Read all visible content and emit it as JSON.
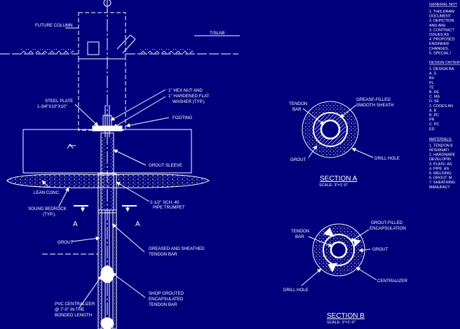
{
  "elevation": {
    "future_column": "FUTURE COLUMN",
    "t_slab": "T/SLAB",
    "steel_plate_1": "STEEL PLATE",
    "steel_plate_2": "1-3/4\"X10\"X10\"",
    "hex_nut_1": "1\" HEX NUT AND",
    "hex_nut_2": "1\" HARDENED FLAT",
    "hex_nut_3": "WASHER (TYP.)",
    "footing": "FOOTING",
    "grout_sleeve": "GROUT SLEEVE",
    "lean_conc": "LEAN CONC.",
    "sound_bedrock_1": "SOUND BEDROCK",
    "sound_bedrock_2": "(TYP.).",
    "pipe_trumpet_1": "2-1/2\" SCH. 40",
    "pipe_trumpet_2": "PIPE TRUMPET",
    "section_cut": "A",
    "grout": "GROUT",
    "greased_1": "GREASED AND SHEATHED",
    "greased_2": "TENDON BAR",
    "shop_1": "SHOP GROUTED",
    "shop_2": "ENCAPSULATED",
    "shop_3": "TENDON BAR",
    "pvc_1": "PVC CENTRALIZER",
    "pvc_2": "@ 7'-0\" IN THE",
    "pvc_3": "BONDED LENGTH"
  },
  "section_a": {
    "tendon_1": "TENDON",
    "tendon_2": "BAR",
    "grease_1": "GREASE-FILLED",
    "grease_2": "SMOOTH SHEATH",
    "grout": "GROUT",
    "drill_hole": "DRILL HOLE",
    "title": "SECTION A",
    "scale": "SCALE: 3\"=1'-0\""
  },
  "section_b": {
    "tendon_1": "TENDON",
    "tendon_2": "BAR",
    "grout_filled_1": "GROUT-FILLED",
    "grout_filled_2": "ENCAPSULATION",
    "grout": "GROUT",
    "centralizer": "CENTRALIZER",
    "drill_hole": "DRILL HOLE",
    "title": "SECTION B",
    "scale": "SCALE: 3\"=1'-0\""
  },
  "notes": {
    "general_heading": "GENERAL NOT",
    "general": [
      "1.  THIS DRAW",
      "     DOCUMENT",
      "2.  DEPICTION",
      "     AND ARE",
      "3.  CONTRACT",
      "     ISSUES AS",
      "4.  PROPOSED",
      "     ENGINEER",
      "     CHANGES,",
      "5.  SPECIAL I"
    ],
    "design_heading": "DESIGN CRITER",
    "design": [
      "1.  DESIGN BA",
      "       A.  S",
      "            BU",
      "            PL",
      "            TE",
      "       B.  DE",
      "       C.  MA",
      "       D.  SE",
      "2.  CODES AN",
      "       A.  B",
      "       B.  PC",
      "            PR",
      "       C.  PC",
      "            ED"
    ],
    "materials_heading": "MATERIALS:",
    "materials": [
      "1.  TENDON B",
      "     INTERNATI",
      "2.  HARDWARE",
      "     DEVELOPIN",
      "3.  PLATE:  AS",
      "4.  PIPE:  AS",
      "5.  WELDING:",
      "6.  GROUT: M",
      "7.  SHEATHING",
      "     MANUFACT"
    ]
  }
}
